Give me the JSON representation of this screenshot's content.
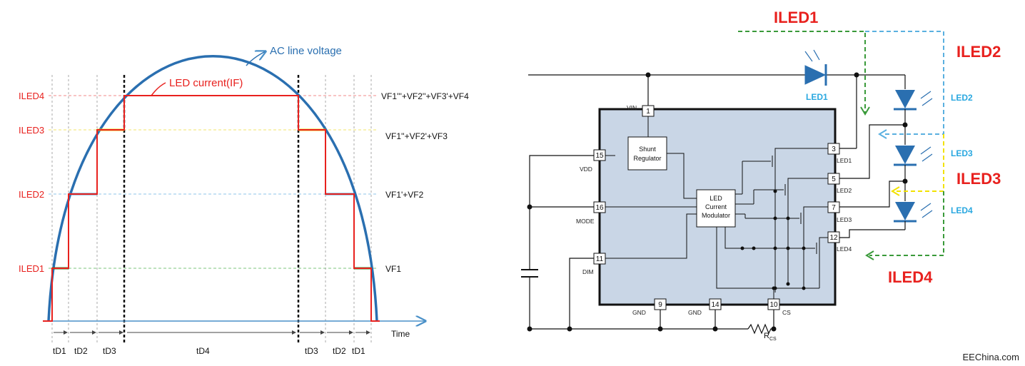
{
  "waveform": {
    "ac_label": "AC line voltage",
    "led_current_label": "LED current(IF)",
    "time_label": "Time",
    "levels": [
      "ILED1",
      "ILED2",
      "ILED3",
      "ILED4"
    ],
    "voltages": [
      "VF1",
      "VF1'+VF2",
      "VF1''+VF2'+VF3",
      "VF1'''+VF2''+VF3'+VF4"
    ],
    "intervals": [
      "tD1",
      "tD2",
      "tD3",
      "tD4",
      "tD3",
      "tD2",
      "tD1"
    ]
  },
  "schematic": {
    "blocks": {
      "shunt_l1": "Shunt",
      "shunt_l2": "Regulator",
      "mod_l1": "LED",
      "mod_l2": "Current",
      "mod_l3": "Modulator"
    },
    "pins": {
      "vin": {
        "num": "1",
        "name": "VIN"
      },
      "vdd": {
        "num": "15",
        "name": "VDD"
      },
      "mode": {
        "num": "16",
        "name": "MODE"
      },
      "dim": {
        "num": "11",
        "name": "DIM"
      },
      "led1": {
        "num": "3",
        "name": "LED1"
      },
      "led2": {
        "num": "5",
        "name": "LED2"
      },
      "led3": {
        "num": "7",
        "name": "LED3"
      },
      "led4": {
        "num": "12",
        "name": "LED4"
      },
      "gnd_a": {
        "num": "9",
        "name": "GND"
      },
      "gnd_b": {
        "num": "14",
        "name": "GND"
      },
      "cs": {
        "num": "10",
        "name": "CS"
      }
    },
    "rcs_label": "R",
    "rcs_sub": "CS",
    "led_labels": [
      "LED1",
      "LED2",
      "LED3",
      "LED4"
    ],
    "iled_labels": [
      "ILED1",
      "ILED2",
      "ILED3",
      "ILED4"
    ]
  },
  "watermark": "EEChina.com",
  "colors": {
    "ac_curve": "#2a6fb0",
    "current": "#e8211e",
    "led_blue": "#2aa8e0",
    "chip_fill": "#c9d6e6",
    "iled1_path": "#3a9a3a",
    "iled3_path": "#f2e200"
  }
}
